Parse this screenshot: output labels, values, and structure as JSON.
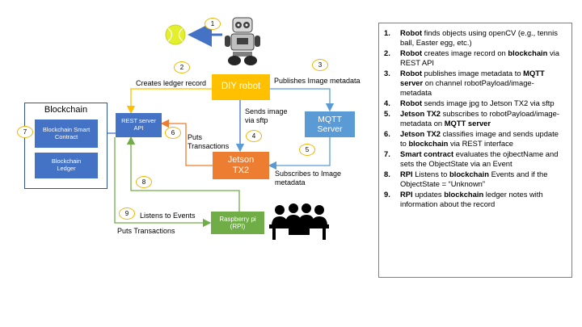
{
  "nodes": {
    "diy_robot": "DIY robot",
    "mqtt_server": "MQTT\nServer",
    "jetson": "Jetson\nTX2",
    "rest_api": "REST server\nAPI",
    "rpi": "Raspberry pi\n(RPI)",
    "blockchain_title": "Blockchain",
    "smart_contract": "Blockchain Smart\nContract",
    "ledger": "Blockchain\nLedger"
  },
  "edges": {
    "creates_ledger": "Creates ledger record",
    "publishes_meta": "Publishes Image metadata",
    "sends_image": "Sends image\nvia sftp",
    "puts_tx_jetson": "Puts\nTransactions",
    "subscribes_meta": "Subscribes to Image\nmetadata",
    "listens_events": "Listens to Events",
    "puts_tx_rpi": "Puts Transactions"
  },
  "markers": [
    "1",
    "2",
    "3",
    "4",
    "5",
    "6",
    "7",
    "8",
    "9"
  ],
  "colors": {
    "robot_fill": "#ffc000",
    "mqtt_fill": "#5b9bd5",
    "jetson_fill": "#ed7d31",
    "rest_fill": "#4472c4",
    "rpi_fill": "#70ad47",
    "ball": "#e3ef2d",
    "marker_border": "#f0b400"
  },
  "icons": {
    "ball": "tennis-ball-icon",
    "robot": "robot-icon",
    "people": "people-at-desk-icon"
  },
  "legend": [
    {
      "n": "1.",
      "parts": [
        [
          "b",
          "Robot"
        ],
        [
          "t",
          " finds objects using openCV (e.g., tennis ball, Easter egg, etc.)"
        ]
      ]
    },
    {
      "n": "2.",
      "parts": [
        [
          "b",
          "Robot"
        ],
        [
          "t",
          " creates image record on "
        ],
        [
          "b",
          "blockchain"
        ],
        [
          "t",
          " via REST API"
        ]
      ]
    },
    {
      "n": "3.",
      "parts": [
        [
          "b",
          "Robot"
        ],
        [
          "t",
          " publishes image metadata to "
        ],
        [
          "b",
          "MQTT server"
        ],
        [
          "t",
          " on channel robotPayload/image-metadata"
        ]
      ]
    },
    {
      "n": "4.",
      "parts": [
        [
          "b",
          "Robot"
        ],
        [
          "t",
          " sends image jpg to Jetson TX2 via sftp"
        ]
      ]
    },
    {
      "n": "5.",
      "parts": [
        [
          "b",
          "Jetson TX2"
        ],
        [
          "t",
          " subscribes to robotPayload/image-metadata on "
        ],
        [
          "b",
          "MQTT server"
        ]
      ]
    },
    {
      "n": "6.",
      "parts": [
        [
          "b",
          "Jetson TX2"
        ],
        [
          "t",
          " classifies image and sends update to "
        ],
        [
          "b",
          "blockchain"
        ],
        [
          "t",
          " via REST interface"
        ]
      ]
    },
    {
      "n": "7.",
      "parts": [
        [
          "b",
          "Smart contract"
        ],
        [
          "t",
          " evaluates the ojbectName and sets the ObjectState via an Event"
        ]
      ]
    },
    {
      "n": "8.",
      "parts": [
        [
          "b",
          "RPI"
        ],
        [
          "t",
          " Listens to "
        ],
        [
          "b",
          "blockchain"
        ],
        [
          "t",
          " Events and if the ObjectState = “Unknown”"
        ]
      ]
    },
    {
      "n": "9.",
      "parts": [
        [
          "b",
          "RPI"
        ],
        [
          "t",
          " updates "
        ],
        [
          "b",
          "blockchain"
        ],
        [
          "t",
          " ledger notes with information about the record"
        ]
      ]
    }
  ]
}
